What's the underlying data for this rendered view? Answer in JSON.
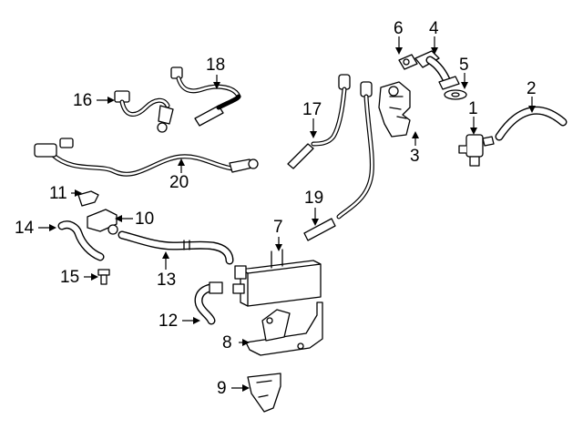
{
  "callouts": [
    {
      "number": "1"
    },
    {
      "number": "2"
    },
    {
      "number": "3"
    },
    {
      "number": "4"
    },
    {
      "number": "5"
    },
    {
      "number": "6"
    },
    {
      "number": "7"
    },
    {
      "number": "8"
    },
    {
      "number": "9"
    },
    {
      "number": "10"
    },
    {
      "number": "11"
    },
    {
      "number": "12"
    },
    {
      "number": "13"
    },
    {
      "number": "14"
    },
    {
      "number": "15"
    },
    {
      "number": "16"
    },
    {
      "number": "17"
    },
    {
      "number": "18"
    },
    {
      "number": "19"
    },
    {
      "number": "20"
    }
  ]
}
